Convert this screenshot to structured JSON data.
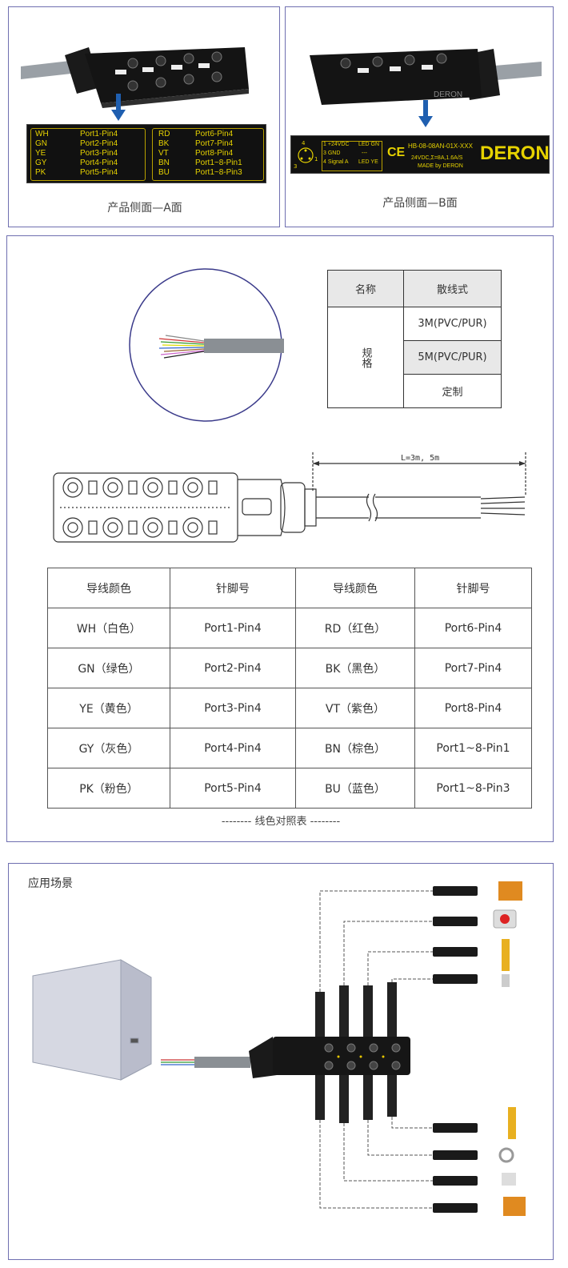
{
  "panel_a": {
    "caption": "产品侧面—A面",
    "label_left": [
      {
        "code": "WH",
        "port": "Port1-Pin4"
      },
      {
        "code": "GN",
        "port": "Port2-Pin4"
      },
      {
        "code": "YE",
        "port": "Port3-Pin4"
      },
      {
        "code": "GY",
        "port": "Port4-Pin4"
      },
      {
        "code": "PK",
        "port": "Port5-Pin4"
      }
    ],
    "label_right": [
      {
        "code": "RD",
        "port": "Port6-Pin4"
      },
      {
        "code": "BK",
        "port": "Port7-Pin4"
      },
      {
        "code": "VT",
        "port": "Port8-Pin4"
      },
      {
        "code": "BN",
        "port": "Port1~8-Pin1"
      },
      {
        "code": "BU",
        "port": "Port1~8-Pin3"
      }
    ]
  },
  "panel_b": {
    "caption": "产品侧面—B面",
    "pin_rows": [
      {
        "num": "1",
        "name": "+24VDC",
        "led": "LED GN"
      },
      {
        "num": "3",
        "name": "GND",
        "led": "---"
      },
      {
        "num": "4",
        "name": "Signal A",
        "led": "LED YE"
      }
    ],
    "pin_labels": [
      "4",
      "3",
      "1"
    ],
    "ce": "CE",
    "model": "HB-08-08AN-01X-XXX",
    "rating": "24VDC,Σ=8A,1.6A/S",
    "made_by": "MADE by DERON",
    "brand": "DERON"
  },
  "spec_table": {
    "header_name": "名称",
    "header_type": "散线式",
    "spec_label": "规格",
    "options": [
      "3M(PVC/PUR)",
      "5M(PVC/PUR)",
      "定制"
    ]
  },
  "drawing": {
    "length_label": "L=3m, 5m"
  },
  "wire_table": {
    "headers": [
      "导线颜色",
      "针脚号",
      "导线颜色",
      "针脚号"
    ],
    "rows": [
      [
        "WH（白色）",
        "Port1-Pin4",
        "RD（红色）",
        "Port6-Pin4"
      ],
      [
        "GN（绿色）",
        "Port2-Pin4",
        "BK（黑色）",
        "Port7-Pin4"
      ],
      [
        "YE（黄色）",
        "Port3-Pin4",
        "VT（紫色）",
        "Port8-Pin4"
      ],
      [
        "GY（灰色）",
        "Port4-Pin4",
        "BN（棕色）",
        "Port1~8-Pin1"
      ],
      [
        "PK（粉色）",
        "Port5-Pin4",
        "BU（蓝色）",
        "Port1~8-Pin3"
      ]
    ],
    "caption": "-------- 线色对照表 --------"
  },
  "application": {
    "title": "应用场景"
  },
  "colors": {
    "panel_border": "#6f6fb0",
    "label_yellow": "#e6d200",
    "arrow_blue": "#1f5fb0",
    "table_highlight": "#e8e8e8"
  }
}
